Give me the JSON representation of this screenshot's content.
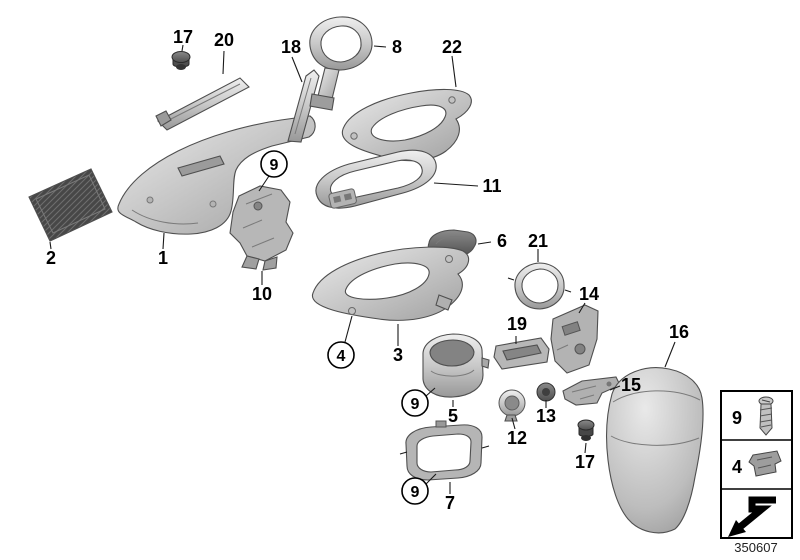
{
  "diagram": {
    "drawing_number": "350607",
    "callouts": [
      {
        "label": "17",
        "circled": false
      },
      {
        "label": "20",
        "circled": false
      },
      {
        "label": "18",
        "circled": false
      },
      {
        "label": "8",
        "circled": false
      },
      {
        "label": "22",
        "circled": false
      },
      {
        "label": "9",
        "circled": true
      },
      {
        "label": "11",
        "circled": false
      },
      {
        "label": "2",
        "circled": false
      },
      {
        "label": "1",
        "circled": false
      },
      {
        "label": "10",
        "circled": false
      },
      {
        "label": "6",
        "circled": false
      },
      {
        "label": "21",
        "circled": false
      },
      {
        "label": "14",
        "circled": false
      },
      {
        "label": "4",
        "circled": true
      },
      {
        "label": "3",
        "circled": false
      },
      {
        "label": "19",
        "circled": false
      },
      {
        "label": "16",
        "circled": false
      },
      {
        "label": "9",
        "circled": true
      },
      {
        "label": "5",
        "circled": false
      },
      {
        "label": "12",
        "circled": false
      },
      {
        "label": "13",
        "circled": false
      },
      {
        "label": "15",
        "circled": false
      },
      {
        "label": "17",
        "circled": false
      },
      {
        "label": "9",
        "circled": true
      },
      {
        "label": "7",
        "circled": false
      }
    ],
    "legend": {
      "rows": [
        {
          "label": "9",
          "icon": "screw-icon"
        },
        {
          "label": "4",
          "icon": "clip-icon"
        },
        {
          "label": "",
          "icon": "cross-reference-arrow-icon"
        }
      ]
    }
  }
}
